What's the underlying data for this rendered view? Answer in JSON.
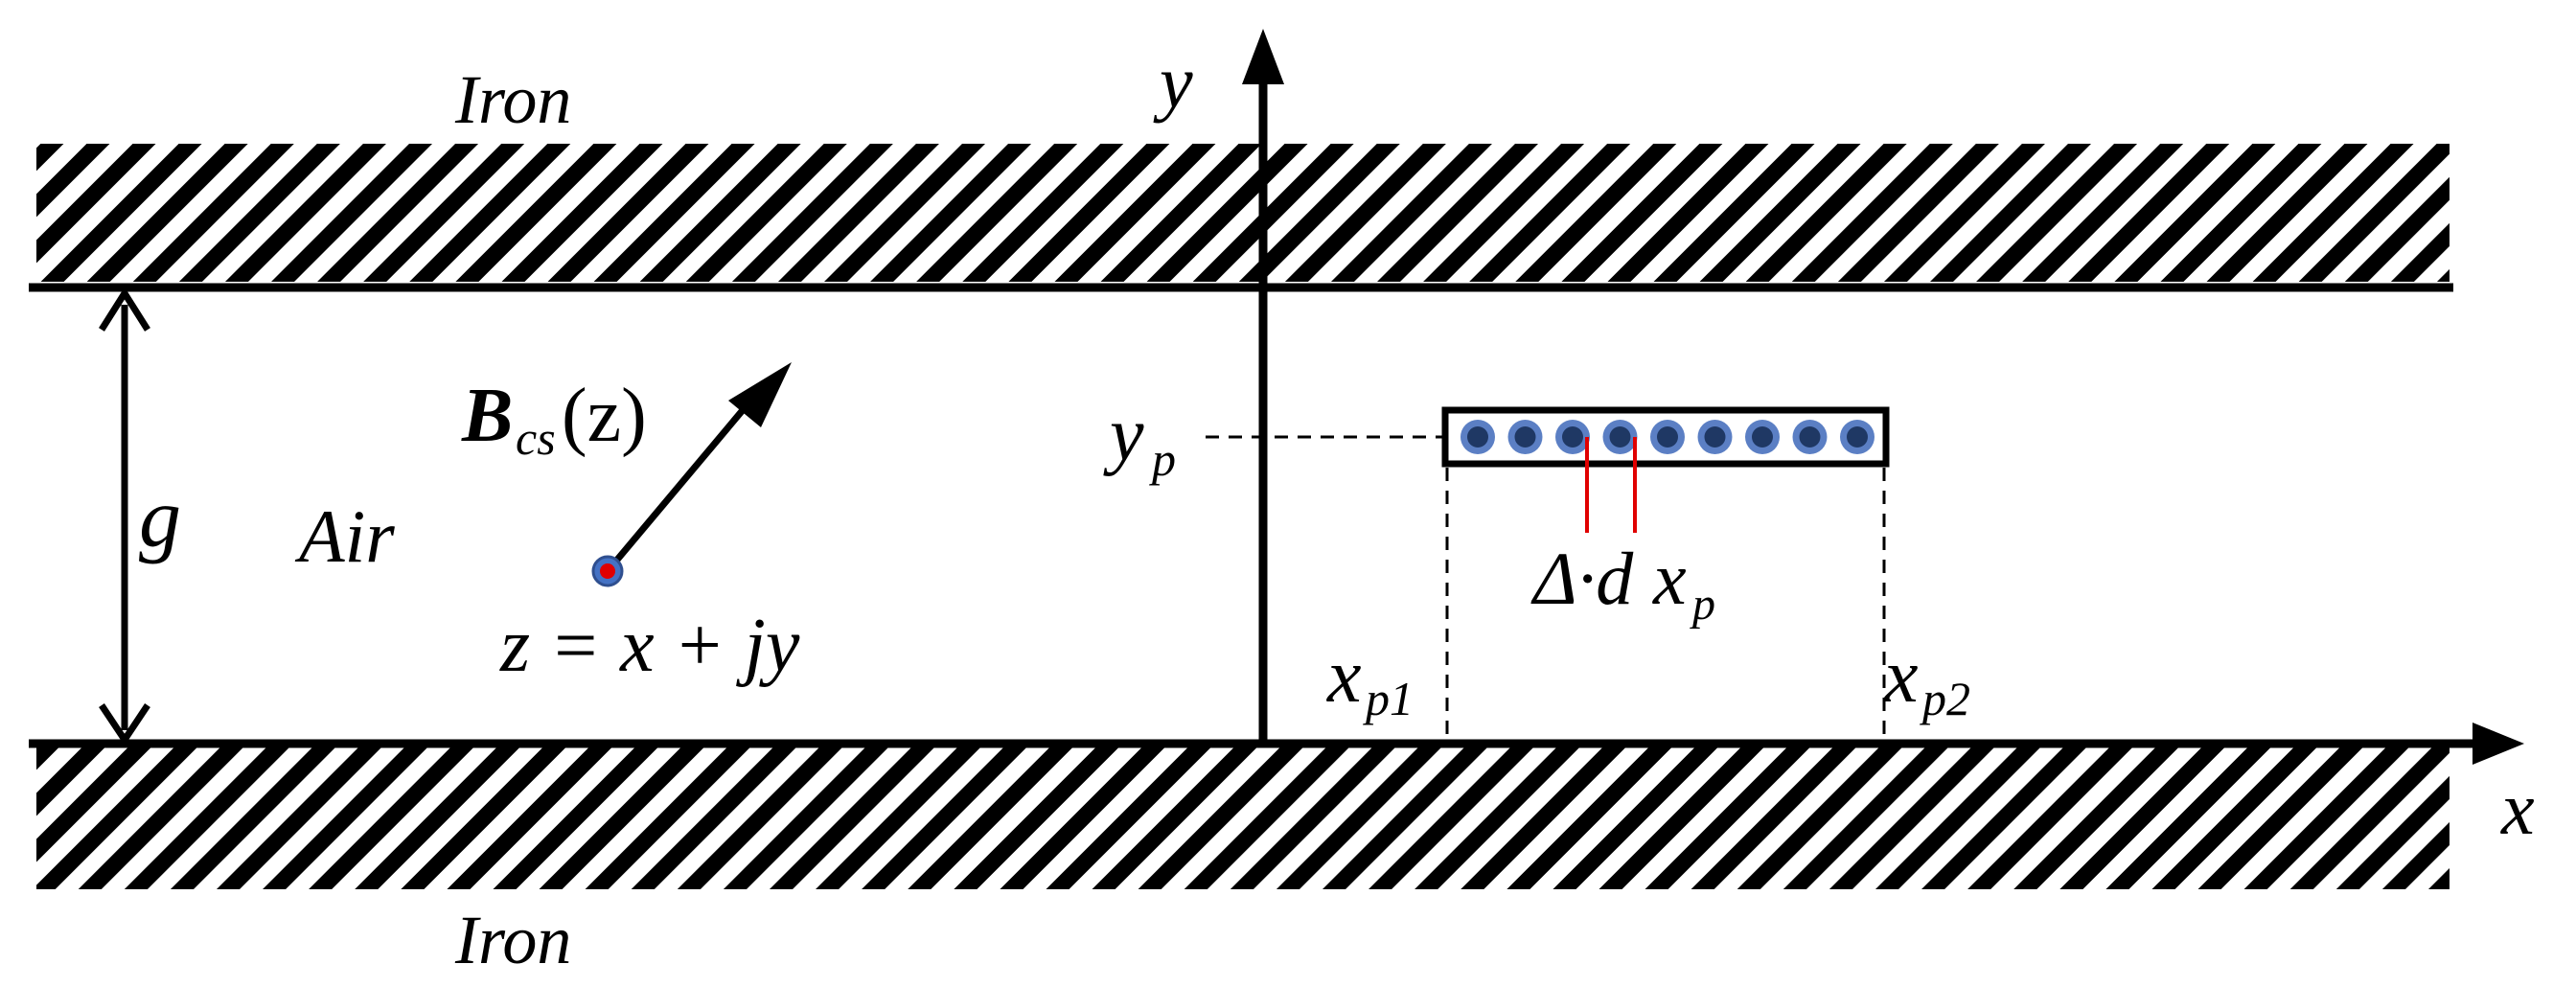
{
  "labels": {
    "iron_top": "Iron",
    "iron_bottom": "Iron",
    "air": "Air",
    "gap": "g",
    "x_axis": "x",
    "y_axis": "y",
    "field_symbol": "B",
    "field_subscript": "cs",
    "field_arg": "(z)",
    "point_eq": "z = x + jy",
    "yp_main": "y",
    "yp_sub": "p",
    "xp1_main": "x",
    "xp1_sub": "p1",
    "xp2_main": "x",
    "xp2_sub": "p2",
    "delta_prefix": "Δ·d",
    "delta_main": "x",
    "delta_sub": "p"
  },
  "conductor_count": 9,
  "colors": {
    "ink": "#000000",
    "conductor_fill": "#1f3864",
    "conductor_ring": "#5b7fc4",
    "marker_red": "#e00000",
    "point_blue": "#4472c4"
  }
}
